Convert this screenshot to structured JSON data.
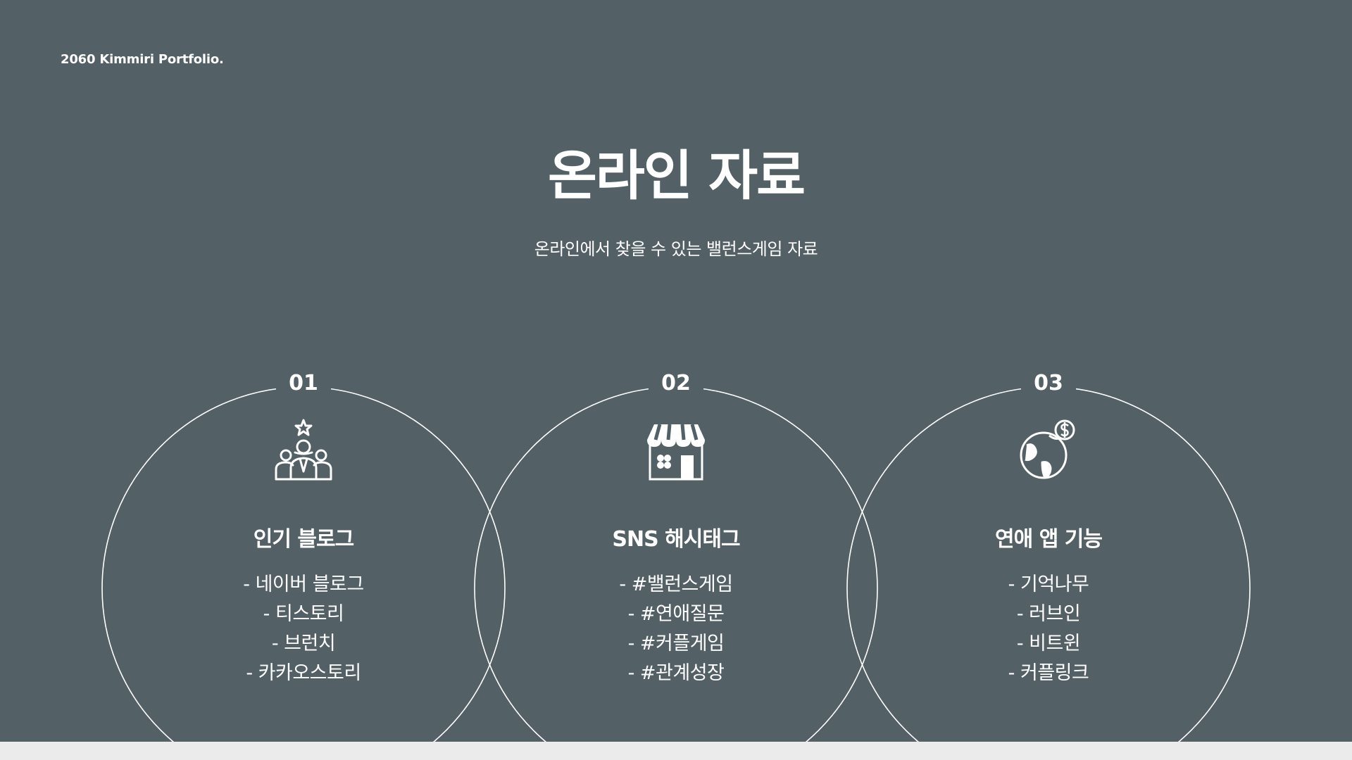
{
  "brand": "2060 Kimmiri Portfolio.",
  "title": "온라인 자료",
  "subtitle": "온라인에서 찾을 수 있는 밸런스게임 자료",
  "colors": {
    "background": "#536066",
    "foreground": "#ffffff",
    "footer": "#ebebeb"
  },
  "cards": [
    {
      "number": "01",
      "icon": "people-star-icon",
      "heading": "인기 블로그",
      "items": [
        "- 네이버 블로그",
        "- 티스토리",
        "- 브런치",
        "- 카카오스토리"
      ]
    },
    {
      "number": "02",
      "icon": "storefront-icon",
      "heading": "SNS 해시태그",
      "items": [
        "- #밸런스게임",
        "- #연애질문",
        "- #커플게임",
        "- #관계성장"
      ]
    },
    {
      "number": "03",
      "icon": "globe-dollar-icon",
      "heading": "연애 앱 기능",
      "items": [
        "- 기억나무",
        "- 러브인",
        "- 비트윈",
        "- 커플링크"
      ]
    }
  ]
}
